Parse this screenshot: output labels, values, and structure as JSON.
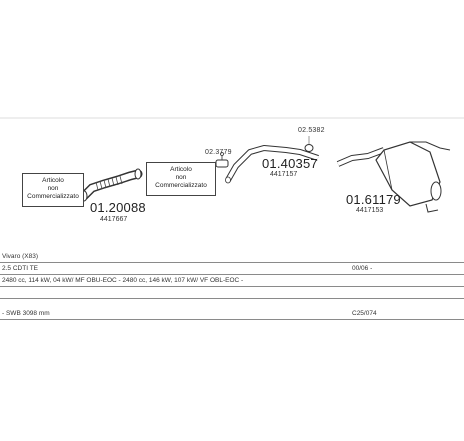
{
  "labels": {
    "box1": [
      "Articolo",
      "non",
      "Commercializzato"
    ],
    "box2": [
      "Articolo",
      "non",
      "Commercializzato"
    ]
  },
  "parts": {
    "p1_number": "01.20088",
    "p1_oem": "4417667",
    "p2_number": "02.3779",
    "p3_number": "01.40357",
    "p3_oem": "4417157",
    "p4_number": "02.5382",
    "p5_number": "01.61179",
    "p5_oem": "4417153"
  },
  "table": {
    "row1_left": "Vivaro (X83)",
    "row2_left": "2.5 CDTI TE",
    "row2_right": "00/06 -",
    "row3_left": "2480 cc, 114 kW, 04 kW/ MF OBU-EOC - 2480 cc, 146 kW, 107 kW/ VF OBL-EOC -",
    "row4_left": "",
    "row5_left": "- SWB 3098 mm",
    "row5_right": "C25/074"
  }
}
